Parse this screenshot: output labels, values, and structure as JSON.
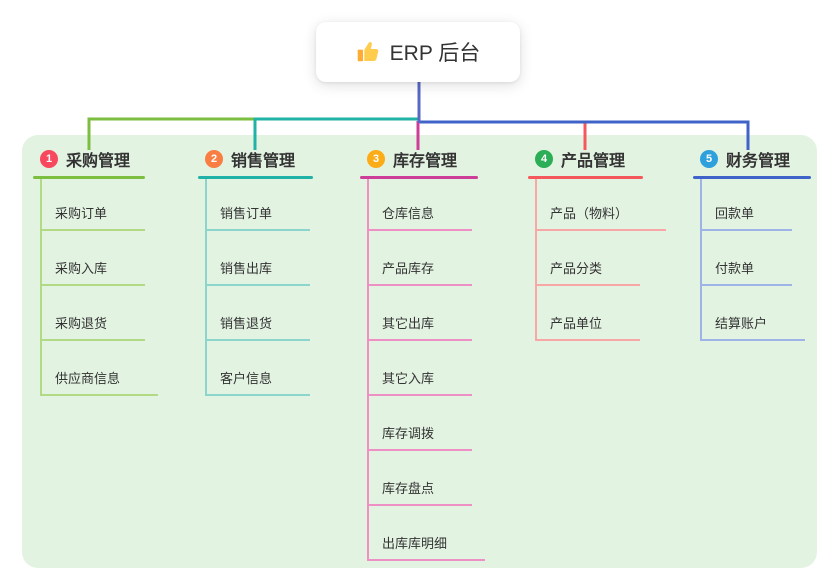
{
  "root": {
    "title": "ERP 后台",
    "icon": "thumbs-up-icon"
  },
  "theme": {
    "panel_bg": "#E3F3E2",
    "root_line": "#5868C4",
    "text_color": "#333333"
  },
  "branches": [
    {
      "number": "1",
      "label": "采购管理",
      "badge_color": "#F8485E",
      "line_color": "#7CBE40",
      "child_line_color": "#B2DA85",
      "children": [
        "采购订单",
        "采购入库",
        "采购退货",
        "供应商信息"
      ]
    },
    {
      "number": "2",
      "label": "销售管理",
      "badge_color": "#F97E43",
      "line_color": "#20B2A6",
      "child_line_color": "#8BD5CC",
      "children": [
        "销售订单",
        "销售出库",
        "销售退货",
        "客户信息"
      ]
    },
    {
      "number": "3",
      "label": "库存管理",
      "badge_color": "#FBAC16",
      "line_color": "#CC3E97",
      "child_line_color": "#EE8FC6",
      "children": [
        "仓库信息",
        "产品库存",
        "其它出库",
        "其它入库",
        "库存调拨",
        "库存盘点",
        "出库库明细"
      ]
    },
    {
      "number": "4",
      "label": "产品管理",
      "badge_color": "#2BAE56",
      "line_color": "#F4575C",
      "child_line_color": "#F9A6A6",
      "children": [
        "产品（物料）",
        "产品分类",
        "产品单位"
      ]
    },
    {
      "number": "5",
      "label": "财务管理",
      "badge_color": "#2EA0DB",
      "line_color": "#3F63C9",
      "child_line_color": "#9FB4E6",
      "children": [
        "回款单",
        "付款单",
        "结算账户"
      ]
    }
  ]
}
